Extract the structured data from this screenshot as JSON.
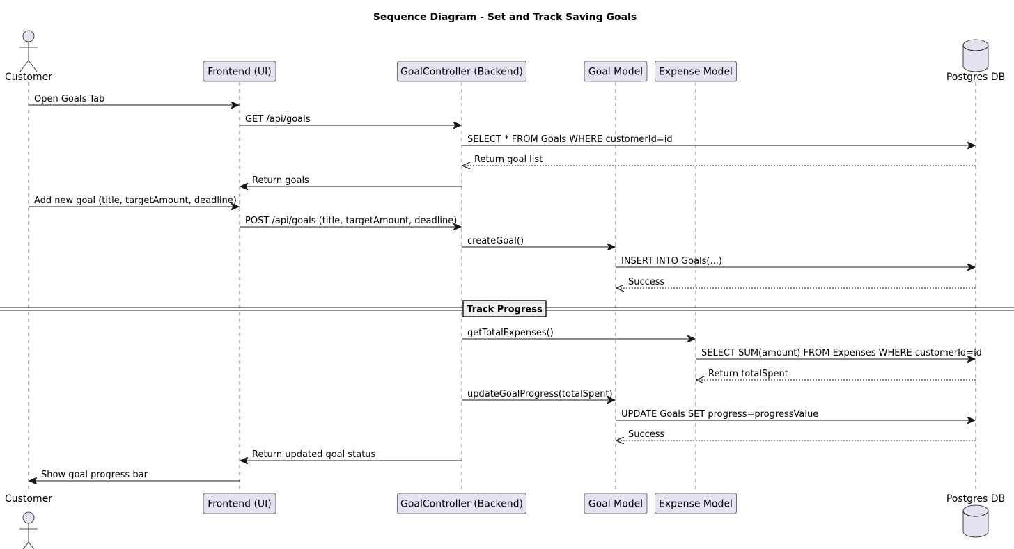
{
  "title": "Sequence Diagram - Set and Track Saving Goals",
  "participants": [
    {
      "id": "customer",
      "label": "Customer",
      "kind": "actor"
    },
    {
      "id": "frontend",
      "label": "Frontend (UI)",
      "kind": "participant"
    },
    {
      "id": "controller",
      "label": "GoalController (Backend)",
      "kind": "participant"
    },
    {
      "id": "goalmodel",
      "label": "Goal Model",
      "kind": "participant"
    },
    {
      "id": "expmodel",
      "label": "Expense Model",
      "kind": "participant"
    },
    {
      "id": "db",
      "label": "Postgres DB",
      "kind": "database"
    }
  ],
  "messages": [
    {
      "from": "customer",
      "to": "frontend",
      "label": "Open Goals Tab",
      "style": "sync"
    },
    {
      "from": "frontend",
      "to": "controller",
      "label": "GET /api/goals",
      "style": "sync"
    },
    {
      "from": "controller",
      "to": "db",
      "label": "SELECT * FROM Goals WHERE customerId=id",
      "style": "sync"
    },
    {
      "from": "db",
      "to": "controller",
      "label": "Return goal list",
      "style": "return"
    },
    {
      "from": "controller",
      "to": "frontend",
      "label": "Return goals",
      "style": "sync"
    },
    {
      "from": "customer",
      "to": "frontend",
      "label": "Add new goal (title, targetAmount, deadline)",
      "style": "sync"
    },
    {
      "from": "frontend",
      "to": "controller",
      "label": "POST /api/goals (title, targetAmount, deadline)",
      "style": "sync"
    },
    {
      "from": "controller",
      "to": "goalmodel",
      "label": "createGoal()",
      "style": "sync"
    },
    {
      "from": "goalmodel",
      "to": "db",
      "label": "INSERT INTO Goals(...)",
      "style": "sync"
    },
    {
      "from": "db",
      "to": "goalmodel",
      "label": "Success",
      "style": "return"
    },
    {
      "divider": "Track Progress"
    },
    {
      "from": "controller",
      "to": "expmodel",
      "label": "getTotalExpenses()",
      "style": "sync"
    },
    {
      "from": "expmodel",
      "to": "db",
      "label": "SELECT SUM(amount) FROM Expenses WHERE customerId=id",
      "style": "sync"
    },
    {
      "from": "db",
      "to": "expmodel",
      "label": "Return totalSpent",
      "style": "return"
    },
    {
      "from": "controller",
      "to": "goalmodel",
      "label": "updateGoalProgress(totalSpent)",
      "style": "sync"
    },
    {
      "from": "goalmodel",
      "to": "db",
      "label": "UPDATE Goals SET progress=progressValue",
      "style": "sync"
    },
    {
      "from": "db",
      "to": "goalmodel",
      "label": "Success",
      "style": "return"
    },
    {
      "from": "controller",
      "to": "frontend",
      "label": "Return updated goal status",
      "style": "sync"
    },
    {
      "from": "frontend",
      "to": "customer",
      "label": "Show goal progress bar",
      "style": "sync"
    }
  ],
  "colors": {
    "participant_fill": "#E2E2F0",
    "participant_stroke": "#181818",
    "line": "#181818",
    "background": "#FFFFFF"
  }
}
